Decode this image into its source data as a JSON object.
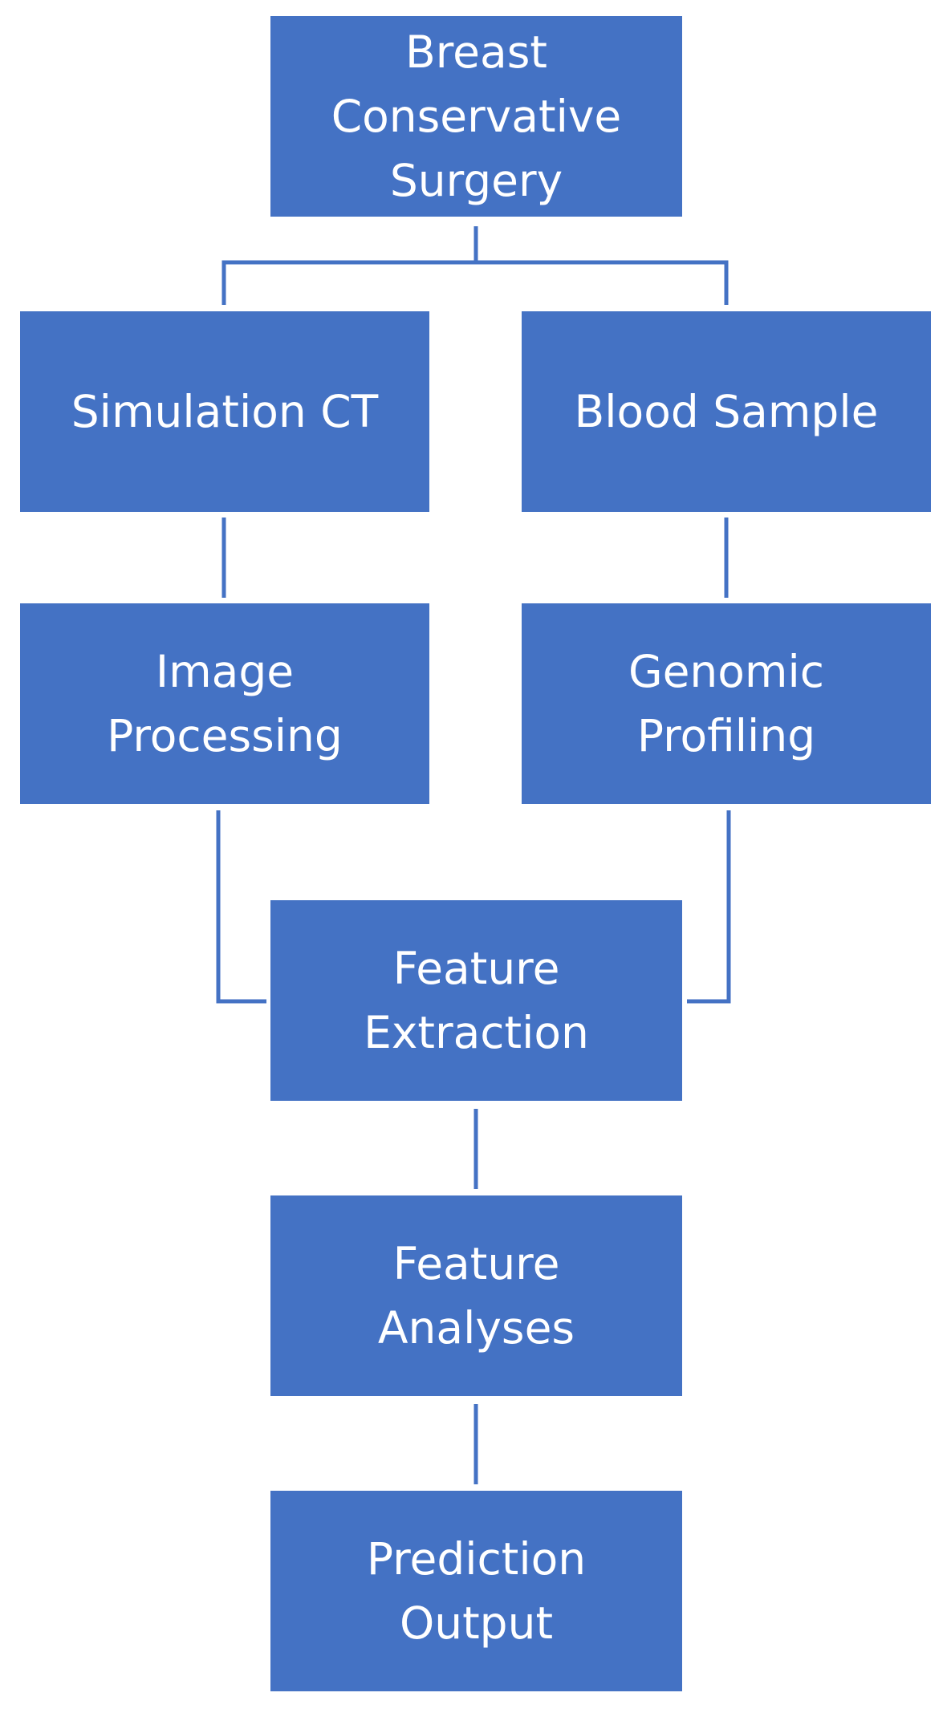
{
  "colors": {
    "box_fill": "#4472c4",
    "connector": "#4472c4",
    "text": "#ffffff",
    "background": "#ffffff"
  },
  "nodes": {
    "breast_conservative_surgery": {
      "lines": [
        "Breast",
        "Conservative",
        "Surgery"
      ]
    },
    "simulation_ct": {
      "lines": [
        "Simulation CT"
      ]
    },
    "blood_sample": {
      "lines": [
        "Blood Sample"
      ]
    },
    "image_processing": {
      "lines": [
        "Image",
        "Processing"
      ]
    },
    "genomic_profiling": {
      "lines": [
        "Genomic",
        "Profiling"
      ]
    },
    "feature_extraction": {
      "lines": [
        "Feature",
        "Extraction"
      ]
    },
    "feature_analyses": {
      "lines": [
        "Feature",
        "Analyses"
      ]
    },
    "prediction_output": {
      "lines": [
        "Prediction",
        "Output"
      ]
    }
  }
}
